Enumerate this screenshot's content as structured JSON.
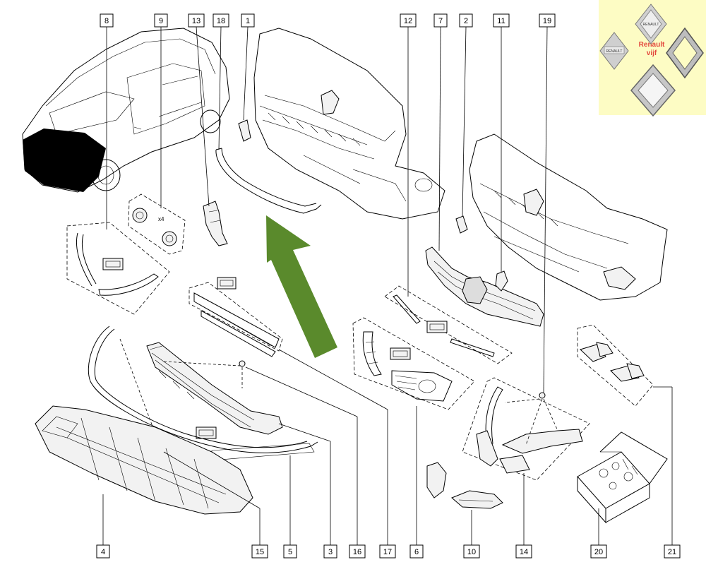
{
  "brand": {
    "logo_text": "Renault\nvijf",
    "logo_bg": "#fdfcc4",
    "logo_text_color": "#e2463c",
    "badge_small_1": "RENAULT",
    "badge_small_2": "RENAULT"
  },
  "accent": {
    "arrow_color": "#5a8a2c"
  },
  "callouts_top": [
    "8",
    "9",
    "13",
    "18",
    "1",
    "12",
    "7",
    "2",
    "11",
    "19"
  ],
  "callouts_bottom": [
    "4",
    "15",
    "5",
    "3",
    "16",
    "17",
    "6",
    "10",
    "14",
    "20",
    "21"
  ],
  "annotations": {
    "qty": "x4"
  }
}
